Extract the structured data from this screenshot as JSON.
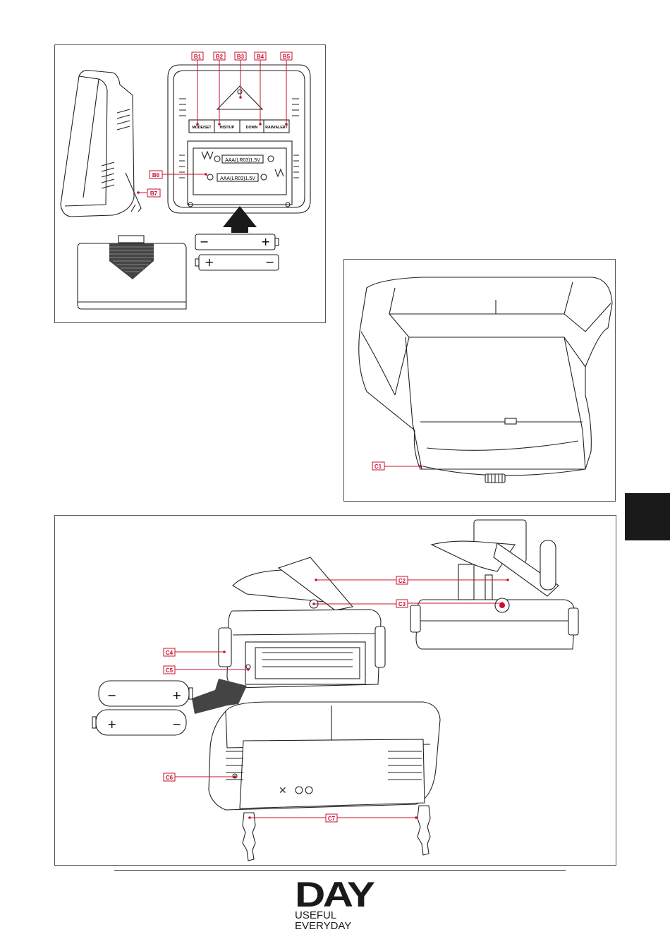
{
  "labels": {
    "b1": "B1",
    "b2": "B2",
    "b3": "B3",
    "b4": "B4",
    "b5": "B5",
    "b6": "B6",
    "b7": "B7",
    "c1": "C1",
    "c2": "C2",
    "c3": "C3",
    "c4": "C4",
    "c5": "C5",
    "c6": "C6",
    "c7": "C7"
  },
  "buttons": {
    "mode_set": "MODE/SET",
    "hist_up": "HIST/UP",
    "down": "DOWN",
    "rain_alert": "RAIN/ALERT"
  },
  "battery_text": {
    "top": "AAA(LR03)1.5V",
    "bottom": "AAA(LR03)1.5V"
  },
  "signs": {
    "minus": "−",
    "plus": "+"
  },
  "footer": {
    "logo": "DAY",
    "tagline_1": "USEFUL",
    "tagline_2": "EVERYDAY"
  },
  "colors": {
    "label_red": "#c8102e",
    "tab": "#1a1a1a"
  }
}
